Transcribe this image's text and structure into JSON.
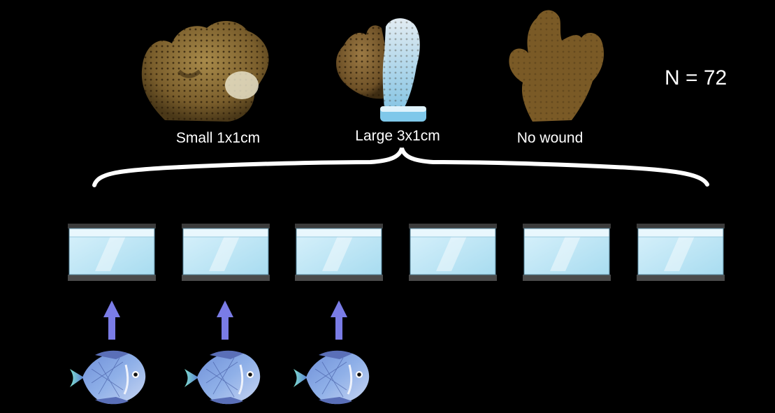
{
  "sample_size": "N = 72",
  "treatments": [
    {
      "label": "Small 1x1cm",
      "icon": "coral-small-wound"
    },
    {
      "label": "Large 3x1cm",
      "icon": "coral-large-wound"
    },
    {
      "label": "No wound",
      "icon": "coral-no-wound"
    }
  ],
  "tanks": {
    "count": 6,
    "icon": "aquarium-tank-icon"
  },
  "fish": {
    "count": 3,
    "icon": "damselfish-icon",
    "arrow_icon": "arrow-up-icon"
  },
  "colors": {
    "background": "#000000",
    "text": "#ffffff",
    "arrow": "#7a7ce6",
    "coral": "#8a6a33",
    "tank_water": "#bfe6f5",
    "tank_frame": "#444444"
  }
}
